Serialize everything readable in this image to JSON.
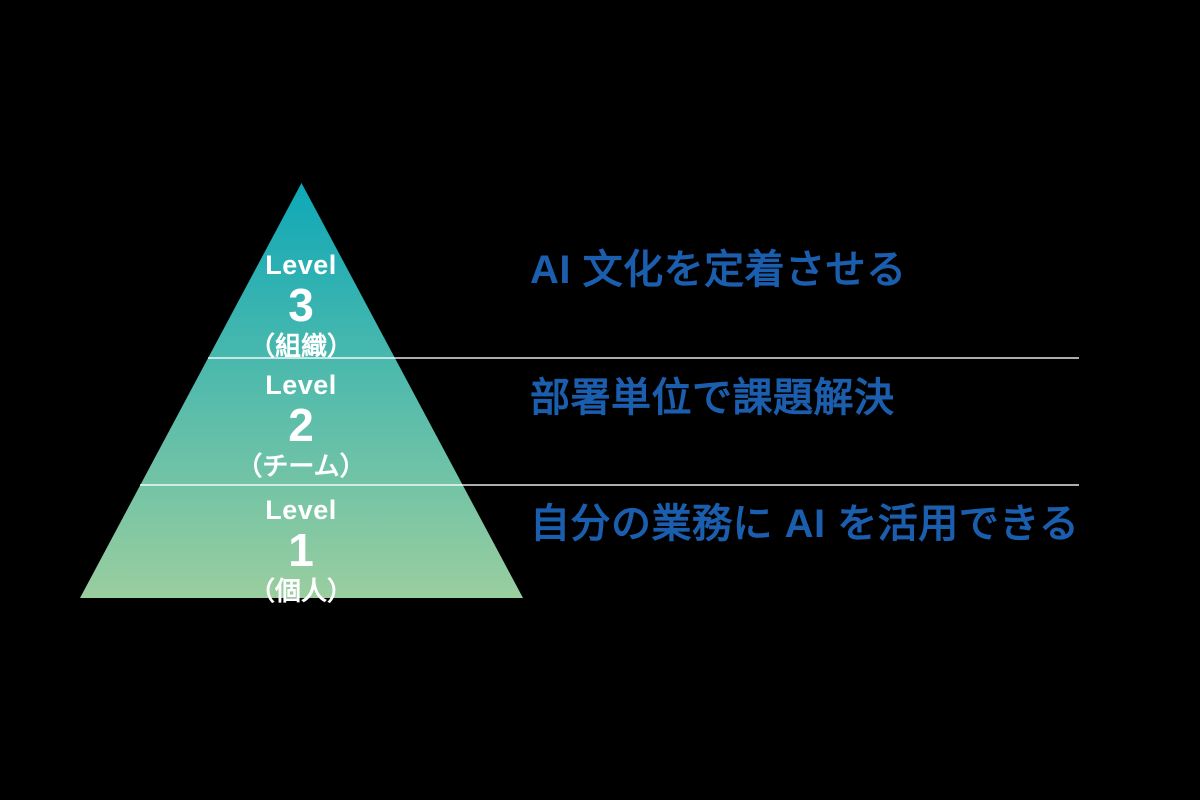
{
  "theme": {
    "bg": "#000000",
    "pyramid_top": "#0EA8B8",
    "pyramid_bottom": "#9ACE9F",
    "level_text": "#FFFFFF",
    "desc_text": "#1B5EAE",
    "divider": "rgba(255,255,255,0.68)"
  },
  "pyramid": {
    "levels": [
      {
        "level_word": "Level",
        "number": "3",
        "scope": "（組織）",
        "description": "AI 文化を定着させる"
      },
      {
        "level_word": "Level",
        "number": "2",
        "scope": "（チーム）",
        "description": "部署単位で課題解決"
      },
      {
        "level_word": "Level",
        "number": "1",
        "scope": "（個人）",
        "description": "自分の業務に AI を活用できる"
      }
    ]
  }
}
